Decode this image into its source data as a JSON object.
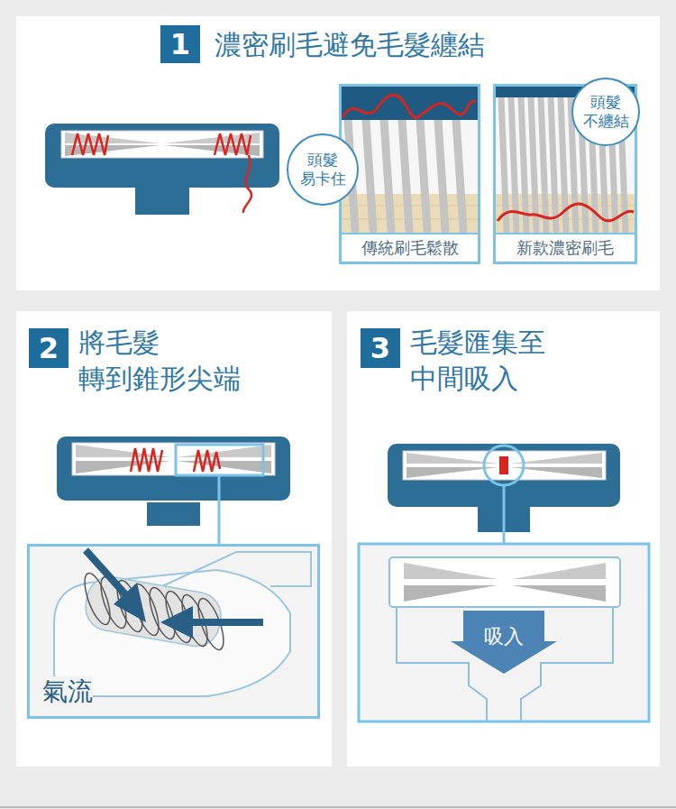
{
  "diagram": {
    "nodes": [
      {
        "text": [
          "濃密刷毛避免毛髮纏結"
        ]
      },
      {
        "text": [
          "1"
        ],
        "in": 0
      },
      {
        "text": [
          "傳統刷毛鬆散"
        ],
        "in": 0
      },
      {
        "text": [
          "頭髮 易卡住"
        ],
        "in": 0
      },
      {
        "text": [
          "新款濃密刷毛"
        ],
        "in": 0
      },
      {
        "text": [
          "頭髮 不纏結"
        ],
        "in": 0
      },
      {
        "text": [
          "將毛髮 轉到錐形尖端"
        ]
      },
      {
        "text": [
          "2"
        ],
        "in": 6
      },
      {
        "text": [
          "氣流"
        ],
        "in": 6
      },
      {
        "text": [
          "毛髮匯集至 中間吸入"
        ]
      },
      {
        "text": [
          "3"
        ],
        "in": 9
      },
      {
        "text": [
          "吸入"
        ],
        "in": 9
      }
    ]
  }
}
